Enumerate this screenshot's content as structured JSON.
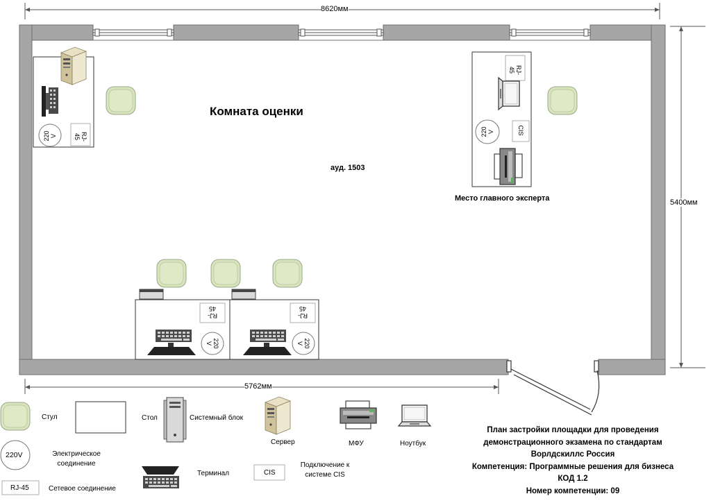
{
  "dimensions": {
    "width_top": "8620мм",
    "height_right": "5400мм",
    "width_bottom": "5762мм"
  },
  "room": {
    "title": "Комната оценки",
    "auditorium": "ауд. 1503",
    "expert_place": "Место главного эксперта"
  },
  "tags": {
    "rj45": "RJ-45",
    "rj45_top": "RJ-",
    "rj45_bottom": "45",
    "power_top": "220",
    "power_bottom": "V",
    "cis": "CIS"
  },
  "legend": {
    "chair": "Стул",
    "table": "Стол",
    "system_unit": "Системный блок",
    "server": "Сервер",
    "mfu": "МФУ",
    "laptop": "Ноутбук",
    "power_tag": "220V",
    "power_line1": "Электрическое",
    "power_line2": "соединение",
    "terminal": "Терминал",
    "cis_tag": "CIS",
    "cis_line1": "Подключение к",
    "cis_line2": "системе CIS",
    "rj45_tag": "RJ-45",
    "network": "Сетевое соединение"
  },
  "caption": {
    "line1": "План застройки площадки для проведения",
    "line2": "демонстрационного экзамена по стандартам",
    "line3": "Ворлдскиллс Россия",
    "line4": "Компетенция: Программные решения для бизнеса",
    "line5": "КОД 1.2",
    "line6": "Номер компетенции: 09"
  },
  "colors": {
    "wall": "#a6a6a6",
    "chair": "#d8e4bc",
    "chair_stroke": "#9aa88a"
  }
}
